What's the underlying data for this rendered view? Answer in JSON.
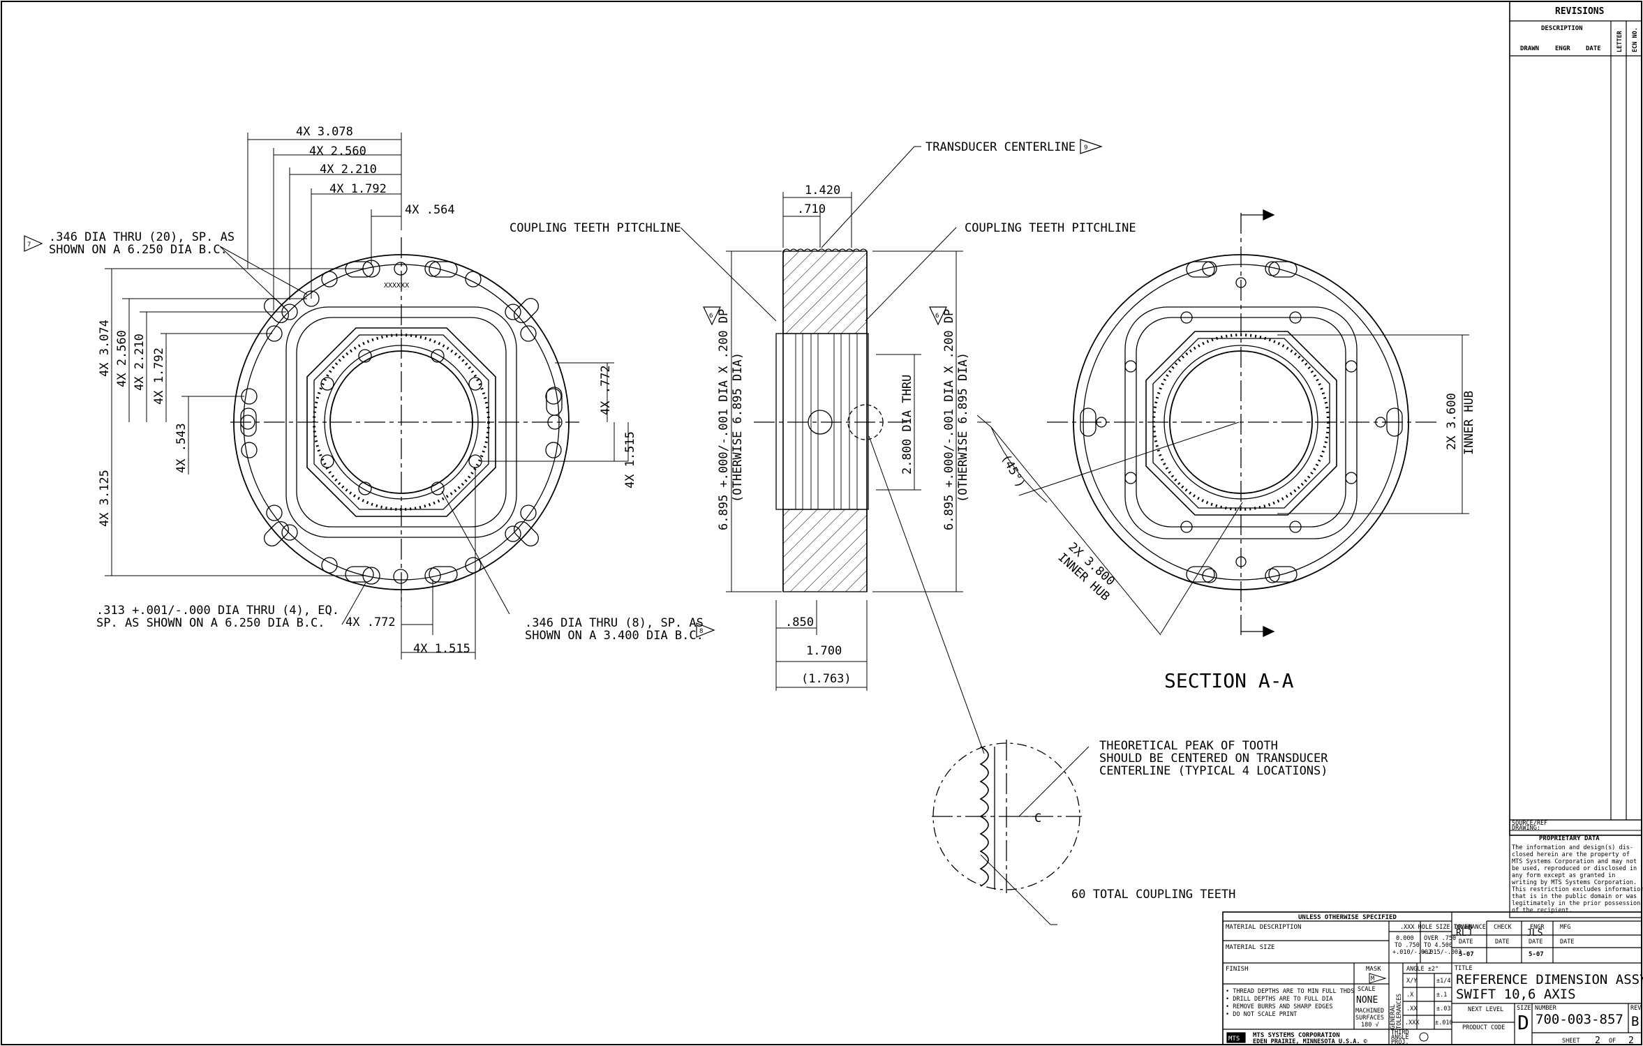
{
  "dims_left": {
    "x3078": "4X 3.078",
    "x2560": "4X 2.560",
    "x2210": "4X 2.210",
    "x1792": "4X 1.792",
    "x564": "4X .564",
    "y3074": "4X 3.074",
    "y2560": "4X 2.560",
    "y2210": "4X 2.210",
    "y1792": "4X 1.792",
    "y543": "4X .543",
    "y3125": "4X 3.125",
    "r772": "4X .772",
    "r1515": "4X 1.515",
    "b772": "4X .772",
    "b1515": "4X 1.515",
    "marking": "XXXXXX"
  },
  "notes_left": {
    "hole346_line1": ".346 DIA THRU (20), SP. AS",
    "hole346_line2": "SHOWN ON A 6.250 DIA B.C.",
    "hole346_flag": "7",
    "hole313_line1": ".313 +.001/-.000 DIA THRU (4), EQ.",
    "hole313_line2": "SP. AS SHOWN ON A 6.250 DIA B.C.",
    "hole346b_line1": ".346 DIA THRU (8), SP. AS",
    "hole346b_line2": "SHOWN ON A 3.400 DIA B.C.",
    "hole346b_flag": "8"
  },
  "section_mid": {
    "transducer": "TRANSDUCER CENTERLINE",
    "transducer_flag": "9",
    "pitch_left": "COUPLING TEETH PITCHLINE",
    "pitch_right": "COUPLING TEETH PITCHLINE",
    "d1420": "1.420",
    "d710": ".710",
    "dia_left_1": "6.895 +.000/-.001 DIA X .200 DP",
    "dia_left_2": "(OTHERWISE 6.895 DIA)",
    "dia_right_1": "6.895 +.000/-.001 DIA X .200 DP",
    "dia_right_2": "(OTHERWISE 6.895 DIA)",
    "flag6": "6",
    "thru": "2.800 DIA THRU",
    "d850": ".850",
    "d1700": "1.700",
    "d1763": "(1.763)"
  },
  "section_right": {
    "title": "SECTION A-A",
    "inner1": "2X 3.600",
    "inner1b": "INNER HUB",
    "inner2": "2X 3.800",
    "inner2b": "INNER HUB",
    "angle": "(45°)"
  },
  "detail": {
    "line1": "THEORETICAL PEAK OF TOOTH",
    "line2": "SHOULD BE CENTERED ON TRANSDUCER",
    "line3": "CENTERLINE (TYPICAL 4 LOCATIONS)",
    "teeth": "60 TOTAL COUPLING TEETH",
    "cl": "C"
  },
  "revisions": {
    "title": "REVISIONS",
    "description": "DESCRIPTION",
    "drawn": "DRAWN",
    "engr": "ENGR",
    "date": "DATE",
    "letter": "LETTER",
    "ecn": "ECN NO."
  },
  "proprietary": {
    "source": "SOURCE/REF",
    "drawing": "DRAWING:",
    "title": "PROPRIETARY DATA",
    "lines": [
      "The information and design(s) dis-",
      "closed herein are the property of",
      "MTS Systems Corporation and may not",
      "be used, reproduced or disclosed in",
      "any form except as granted in",
      "writing by MTS Systems Corporation.",
      "This restriction excludes information",
      "that is in the public domain or was",
      "legitimately in the prior possession",
      "of the recipient."
    ]
  },
  "title_block": {
    "unless": "UNLESS OTHERWISE SPECIFIED",
    "material_desc": "MATERIAL DESCRIPTION",
    "material_size": "MATERIAL SIZE",
    "finish": "FINISH",
    "mask": "MASK",
    "mask_flag": "M",
    "bullets": [
      "• THREAD DEPTHS ARE TO MIN FULL THDS",
      "• DRILL DEPTHS ARE TO FULL DIA",
      "• REMOVE BURRS AND SHARP EDGES",
      "• DO NOT SCALE PRINT"
    ],
    "scale_label": "SCALE",
    "scale": "NONE",
    "machined": "MACHINED",
    "surfaces": "SURFACES",
    "finish_val": "180 √",
    "company": "MTS SYSTEMS CORPORATION",
    "address": "EDEN PRAIRIE, MINNESOTA U.S.A. ©",
    "mts": "MTS",
    "hole_tol": ".XXX HOLE SIZE TOLERANCE",
    "ht_a1": "0.000",
    "ht_a2": "TO .750",
    "ht_a3": "+.010/-.002",
    "ht_b1": "OVER .750",
    "ht_b2": "TO 4.500",
    "ht_b3": "+.015/-.003",
    "general": "GENERAL",
    "tolerances": "TOLERANCES",
    "angle_row": "ANGLE ±2°",
    "frac": "X/Y",
    "frac_tol": "±1/4",
    "x1": ".X",
    "x1_tol": "±.1",
    "x2": ".XX",
    "x2_tol": "±.03",
    "x3": ".XXX",
    "x3_tol": "±.010",
    "third": "THIRD",
    "angle": "ANGLE",
    "proj": "PROJ.",
    "drawn": "DRAWN",
    "drawn_by": "RLJ",
    "check": "CHECK",
    "engr": "ENGR",
    "engr_by": "JLS",
    "mfg": "MFG",
    "date": "DATE",
    "drawn_date": "5-07",
    "engr_date": "5-07",
    "title_label": "TITLE",
    "title1": "REFERENCE DIMENSION ASSY-",
    "title2": "SWIFT 10,6 AXIS",
    "next_level": "NEXT LEVEL",
    "product_code": "PRODUCT CODE",
    "size_label": "SIZE",
    "size": "D",
    "number_label": "NUMBER",
    "number": "700-003-857",
    "rev_label": "REV",
    "rev": "B",
    "sheet_label": "SHEET",
    "sheet": "2",
    "of": "OF",
    "of_total": "2"
  }
}
